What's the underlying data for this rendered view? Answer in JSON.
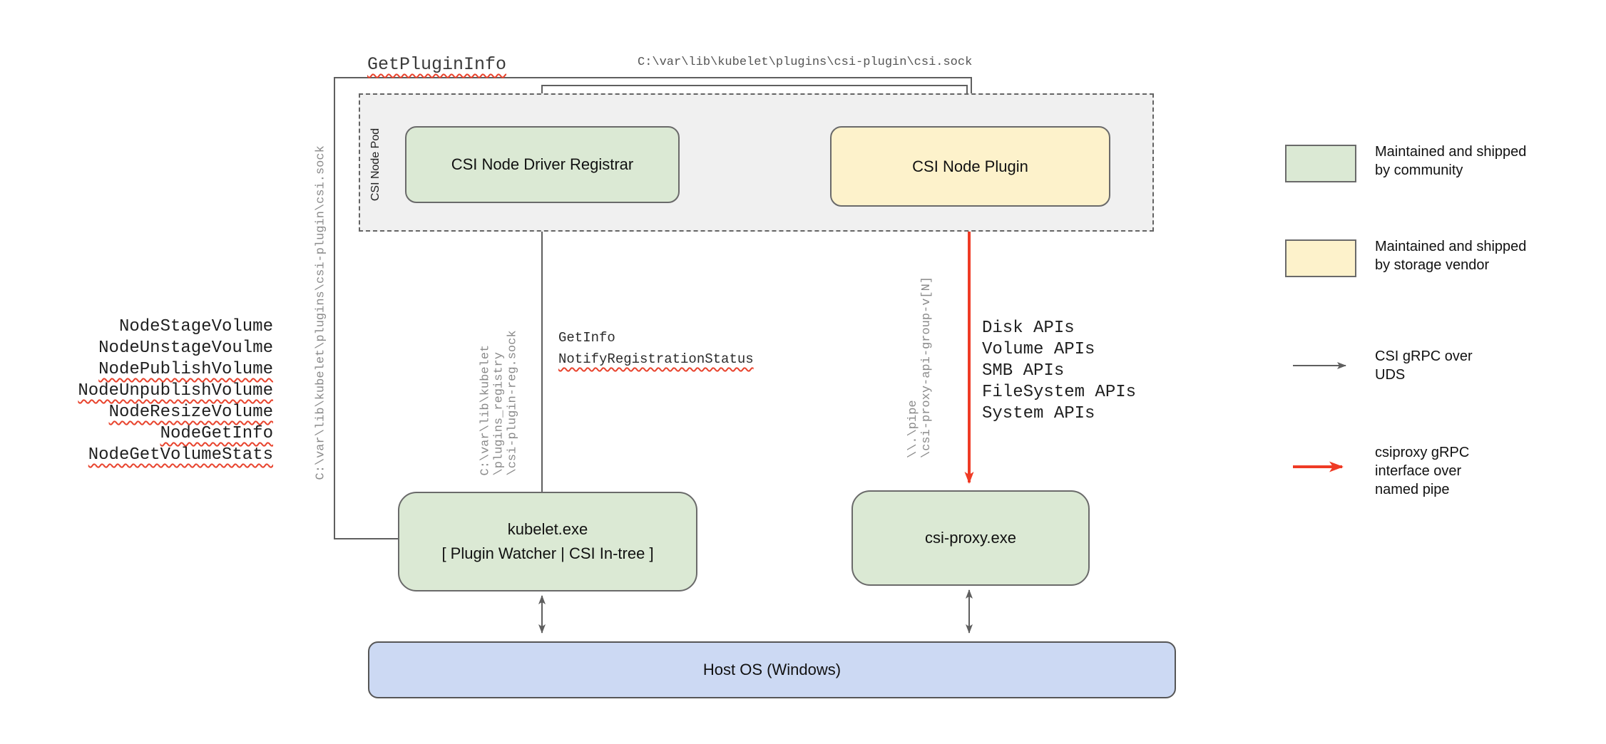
{
  "colors": {
    "line-gray": "#5f5f5f",
    "arrow-red": "#ef3b25",
    "squiggle-red": "#e8432d",
    "green-fill": "#dbe9d4",
    "yellow-fill": "#fdf2cb",
    "blue-fill": "#ccd9f3",
    "pod-fill": "#f0f0f0"
  },
  "nodes": {
    "pod_label": "CSI Node Pod",
    "registrar": "CSI Node Driver Registrar",
    "plugin": "CSI Node Plugin",
    "kubelet": "kubelet.exe\n[ Plugin Watcher | CSI In-tree ]",
    "csiproxy": "csi-proxy.exe",
    "hostos": "Host OS (Windows)"
  },
  "labels": {
    "get_plugin_info": "GetPluginInfo",
    "top_socket_path": "C:\\var\\lib\\kubelet\\plugins\\csi-plugin\\csi.sock",
    "left_socket_path": "C:\\var\\lib\\kubelet\\plugins\\csi-plugin\\csi.sock",
    "registry_socket_path": "C:\\var\\lib\\kubelet\n\\plugins_registry\n\\csi-plugin-reg.sock",
    "get_info": "GetInfo",
    "notify_registration_status": "NotifyRegistrationStatus",
    "named_pipe_path": "\\\\.\\pipe\n\\csi-proxy-api-group-v[N]"
  },
  "node_rpc_calls": [
    {
      "text": "NodeStageVolume",
      "underlined": false
    },
    {
      "text": "NodeUnstageVoulme",
      "underlined": false
    },
    {
      "text": "NodePublishVolume",
      "underlined": true
    },
    {
      "text": "NodeUnpublishVolume",
      "underlined": true
    },
    {
      "text": "NodeResizeVolume",
      "underlined": true
    },
    {
      "text": "NodeGetInfo",
      "underlined": true
    },
    {
      "text": "NodeGetVolumeStats",
      "underlined": true
    }
  ],
  "proxy_api_groups": [
    {
      "text": "Disk APIs"
    },
    {
      "text": "Volume APIs"
    },
    {
      "text": "SMB APIs"
    },
    {
      "text": "FileSystem APIs"
    },
    {
      "text": "System APIs"
    }
  ],
  "legend": [
    {
      "swatch": "community-green",
      "text": "Maintained and shipped\nby community"
    },
    {
      "swatch": "vendor-yellow",
      "text": "Maintained and shipped\nby storage vendor"
    },
    {
      "swatch": "gray-arrow",
      "text": "CSI gRPC over\nUDS"
    },
    {
      "swatch": "red-arrow",
      "text": "csiproxy gRPC\ninterface over\nnamed pipe"
    }
  ]
}
